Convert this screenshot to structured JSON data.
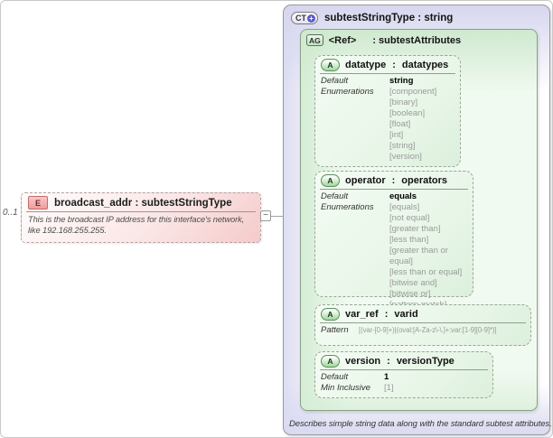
{
  "page": {
    "cardinality": "0..1"
  },
  "element": {
    "badge": "E",
    "title": "broadcast_addr : subtestStringType",
    "description": "This is the broadcast IP address for this interface's network, like 192.168.255.255.",
    "collapse_glyph": "−"
  },
  "complex_type": {
    "badge": "CT",
    "plus_glyph": "+",
    "title": "subtestStringType : string",
    "footer": "Describes simple string data along with the standard subtest attributes.",
    "attribute_group": {
      "badge": "AG",
      "ref_label": "<Ref>",
      "title": ": subtestAttributes",
      "attributes": [
        {
          "badge": "A",
          "name": "datatype",
          "sep": ":",
          "type": "datatypes",
          "default_label": "Default",
          "default_value": "string",
          "enum_label": "Enumerations",
          "enums": [
            "[component]",
            "[binary]",
            "[boolean]",
            "[float]",
            "[int]",
            "[string]",
            "[version]"
          ]
        },
        {
          "badge": "A",
          "name": "operator",
          "sep": ":",
          "type": "operators",
          "default_label": "Default",
          "default_value": "equals",
          "enum_label": "Enumerations",
          "enums": [
            "[equals]",
            "[not equal]",
            "[greater than]",
            "[less than]",
            "[greater than or equal]",
            "[less than or equal]",
            "[bitwise and]",
            "[bitwise or]",
            "[pattern match]"
          ]
        },
        {
          "badge": "A",
          "name": "var_ref",
          "sep": ":",
          "type": "varid",
          "pattern_label": "Pattern",
          "pattern_value": "[(var-[0-9]+)|(oval:[A-Za-z\\-\\.]+:var:[1-9][0-9]*)]"
        },
        {
          "badge": "A",
          "name": "version",
          "sep": ":",
          "type": "versionType",
          "default_label": "Default",
          "default_value": "1",
          "min_label": "Min Inclusive",
          "min_value": "[1]"
        }
      ]
    }
  },
  "colors": {
    "element_pink": "#f5caca",
    "group_green": "#d5edd5",
    "panel_lavender": "#d6d6ef",
    "connector_gray": "#a3a3a3"
  }
}
